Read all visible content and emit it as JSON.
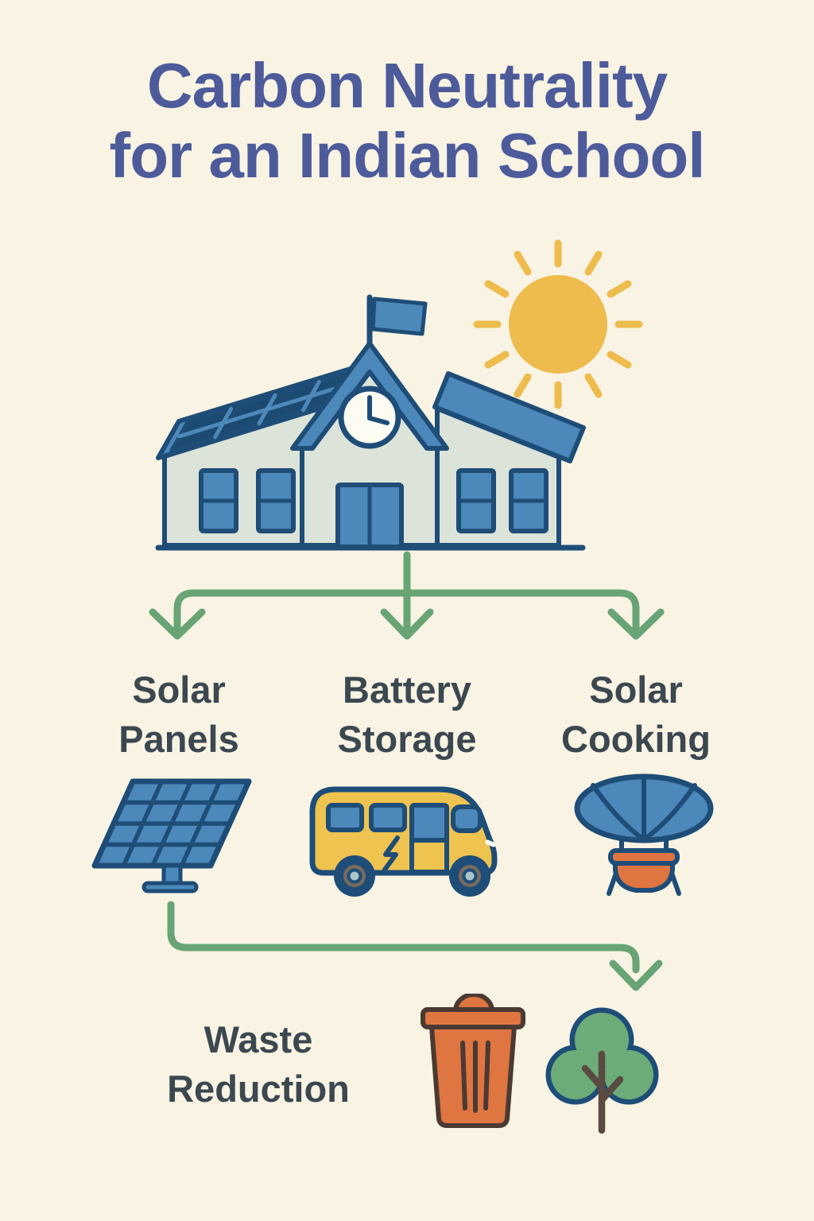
{
  "title": {
    "line1": "Carbon Neutrality",
    "line2": "for an Indian School"
  },
  "branches": {
    "solar_panels": {
      "line1": "Solar",
      "line2": "Panels"
    },
    "battery_storage": {
      "line1": "Battery",
      "line2": "Storage"
    },
    "solar_cooking": {
      "line1": "Solar",
      "line2": "Cooking"
    }
  },
  "waste_reduction": {
    "line1": "Waste",
    "line2": "Reduction"
  },
  "icons": {
    "sun": "sun-icon",
    "school_building": "school-building-icon",
    "solar_panel": "solar-panel-icon",
    "electric_school_bus": "electric-school-bus-icon",
    "solar_cooker": "solar-cooker-icon",
    "trash_can": "trash-can-icon",
    "tree": "tree-icon"
  },
  "colors": {
    "background": "#f8f3e3",
    "title_text": "#4d5b9b",
    "label_text": "#3c4850",
    "arrow_green": "#68a475",
    "blue": "#4c88ba",
    "navy": "#1e4d77",
    "wall": "#dce3d9",
    "sun_yellow": "#eebb4d",
    "bus_yellow": "#efc34f",
    "panel_cell": "#1c4a70",
    "orange": "#df7540",
    "trash_outline": "#4a3a33",
    "tree_green": "#6dac79",
    "trunk_brown": "#5b4a42",
    "wheel_gray": "#776b60",
    "hub_gray": "#abc4ca",
    "clock_face": "#fdfcf3"
  }
}
